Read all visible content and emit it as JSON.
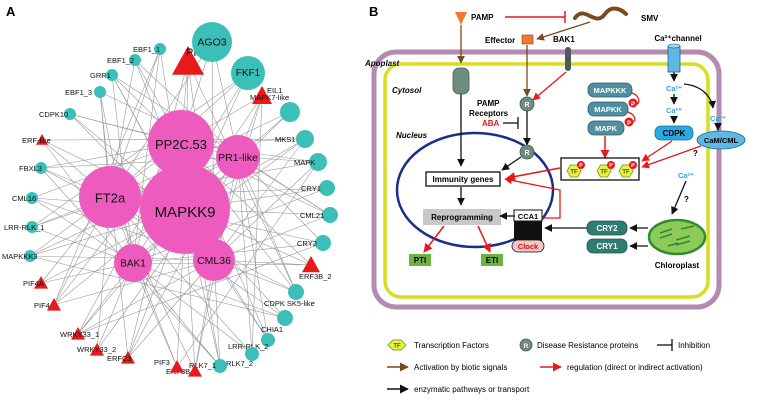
{
  "panel_a": {
    "label": "A",
    "nodes": [
      {
        "id": "pif4b",
        "label": "PIF4B",
        "shape": "triangle"
      },
      {
        "id": "ago3",
        "label": "AGO3",
        "shape": "circle"
      },
      {
        "id": "fkf1",
        "label": "FKF1",
        "shape": "circle"
      },
      {
        "id": "eil1",
        "label": "EIL1",
        "shape": "triangle"
      },
      {
        "id": "mapk7like",
        "label": "MAPK7-like",
        "shape": "circle"
      },
      {
        "id": "mks1",
        "label": "MKS1",
        "shape": "circle"
      },
      {
        "id": "mapk",
        "label": "MAPK",
        "shape": "circle"
      },
      {
        "id": "cry1",
        "label": "CRY1",
        "shape": "circle"
      },
      {
        "id": "cml21",
        "label": "CML21",
        "shape": "circle"
      },
      {
        "id": "cry2",
        "label": "CRY2",
        "shape": "circle"
      },
      {
        "id": "erf3b2",
        "label": "ERF3B_2",
        "shape": "triangle"
      },
      {
        "id": "cdpksk5",
        "label": "CDPK SK5-like",
        "shape": "circle"
      },
      {
        "id": "chia1",
        "label": "CHIA1",
        "shape": "circle"
      },
      {
        "id": "lrrrlk2",
        "label": "LRR-RLK_2",
        "shape": "circle"
      },
      {
        "id": "rlk72",
        "label": "RLK7_2",
        "shape": "circle"
      },
      {
        "id": "rlk71",
        "label": "RLK7_1",
        "shape": "circle"
      },
      {
        "id": "erf3b",
        "label": "ERF3B",
        "shape": "triangle"
      },
      {
        "id": "pif3",
        "label": "PIF3",
        "shape": "triangle"
      },
      {
        "id": "erfc3",
        "label": "ERFC3",
        "shape": "triangle"
      },
      {
        "id": "wrky33_2",
        "label": "WRKY33_2",
        "shape": "triangle"
      },
      {
        "id": "wrky33_1",
        "label": "WRKY33_1",
        "shape": "triangle"
      },
      {
        "id": "pif4",
        "label": "PIF4",
        "shape": "triangle"
      },
      {
        "id": "pif4a",
        "label": "PIF4A",
        "shape": "triangle"
      },
      {
        "id": "mapkkk3",
        "label": "MAPKKK3",
        "shape": "circle"
      },
      {
        "id": "lrrrlk1",
        "label": "LRR-RLK_1",
        "shape": "circle"
      },
      {
        "id": "cml16",
        "label": "CML16",
        "shape": "circle"
      },
      {
        "id": "fbxl3",
        "label": "FBXL3",
        "shape": "circle"
      },
      {
        "id": "erflike",
        "label": "ERF-like",
        "shape": "triangle"
      },
      {
        "id": "cdpk10",
        "label": "CDPK10",
        "shape": "circle"
      },
      {
        "id": "ebf1_3",
        "label": "EBF1_3",
        "shape": "circle"
      },
      {
        "id": "grr1",
        "label": "GRR1",
        "shape": "circle"
      },
      {
        "id": "ebf1_2",
        "label": "EBF1_2",
        "shape": "circle"
      },
      {
        "id": "ebf1_1",
        "label": "EBF1_1",
        "shape": "circle"
      },
      {
        "id": "pp2c53",
        "label": "PP2C.53",
        "shape": "circle"
      },
      {
        "id": "ft2a",
        "label": "FT2a",
        "shape": "circle"
      },
      {
        "id": "mapkk9",
        "label": "MAPKK9",
        "shape": "circle"
      },
      {
        "id": "pr1like",
        "label": "PR1-like",
        "shape": "circle"
      },
      {
        "id": "bak1",
        "label": "BAK1",
        "shape": "circle"
      },
      {
        "id": "cml36",
        "label": "CML36",
        "shape": "circle"
      }
    ]
  },
  "panel_b": {
    "label": "B",
    "labels": {
      "pamp": "PAMP",
      "smv": "SMV",
      "effector": "Effector",
      "bak1": "BAK1",
      "ca_channel": "Ca²⁺channel",
      "apoplast": "Apoplast",
      "cytosol": "Cytosol",
      "pamp_receptors_1": "PAMP",
      "pamp_receptors_2": "Receptors",
      "r": "R",
      "aba": "ABA",
      "nucleus": "Nucleus",
      "mapkkk": "MAPKKK",
      "mapkk": "MAPKK",
      "mapk": "MAPK",
      "p": "P",
      "ca": "Ca²⁺",
      "cdpk": "CDPK",
      "camcml": "CaM/CML",
      "question": "?",
      "tf": "TF",
      "immunity_genes": "Immunity genes",
      "reprogramming": "Reprogramming",
      "cca1": "CCA1",
      "clock": "Clock",
      "cry2": "CRY2",
      "cry1": "CRY1",
      "pti": "PTI",
      "eti": "ETI",
      "chloroplast": "Chloroplast"
    },
    "legend": {
      "tf_label": "Transcription Factors",
      "r_label": "Disease Resistance proteins",
      "inhibition": "Inhibition",
      "biotic": "Activation by biotic signals",
      "regulation": "regulation (direct or indirect activation)",
      "enzymatic": "enzymatic pathways or transport"
    },
    "colors": {
      "biotic": "#7a4a1e",
      "regulation": "#e8191a",
      "enzymatic": "#111111",
      "cell_wall": "#b58ab0",
      "membrane": "#d8dd1f",
      "nucleus": "#1a2f8a",
      "teal": "#3d8d80",
      "cdpk": "#2aa8e0",
      "pti_eti": "#6cb33f",
      "chloroplast": "#2e8b2e"
    }
  }
}
